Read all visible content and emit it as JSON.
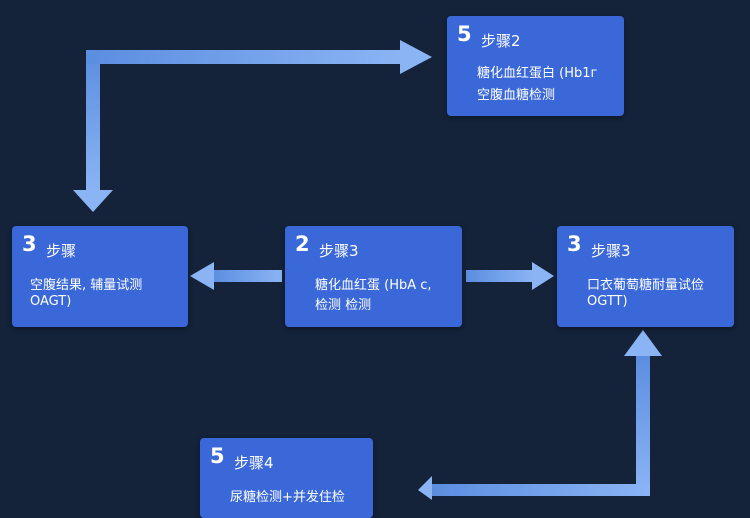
{
  "colors": {
    "background": "#14233a",
    "box": "#3a68d8",
    "arrow": "#6fa0ee",
    "text": "#ffffff"
  },
  "boxes": {
    "top_right": {
      "number": "5",
      "title": "步骤2",
      "line1": "糖化血红蛋白 (Hb1г",
      "line2": "空腹血糖检测"
    },
    "left": {
      "number": "3",
      "title": "步骤",
      "line1": "空腹结果, 辅量试测",
      "line2": "OAGT)"
    },
    "center": {
      "number": "2",
      "title": "步骤3",
      "line1": "糖化血红蛋 (HbA c,",
      "line2": "检测              检测"
    },
    "right": {
      "number": "3",
      "title": "步骤3",
      "line1": "口衣葡萄糖耐量试俭",
      "line2": "OGTT)"
    },
    "bottom": {
      "number": "5",
      "title": "步骤4",
      "line1": "尿糖检测+并发住检"
    }
  }
}
